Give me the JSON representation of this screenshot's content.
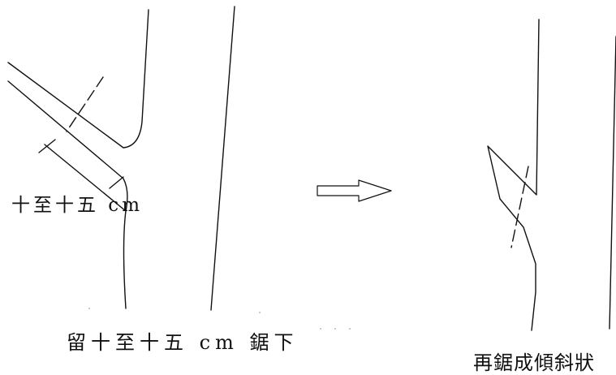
{
  "labels": {
    "measure": "十至十五 cm",
    "step1": "留十至十五 cm 鋸下",
    "step2": "再鋸成傾斜狀"
  },
  "colors": {
    "stroke": "#111111",
    "arrow_fill": "#ffffff"
  },
  "icons": {
    "transition": "right-arrow-outline"
  }
}
